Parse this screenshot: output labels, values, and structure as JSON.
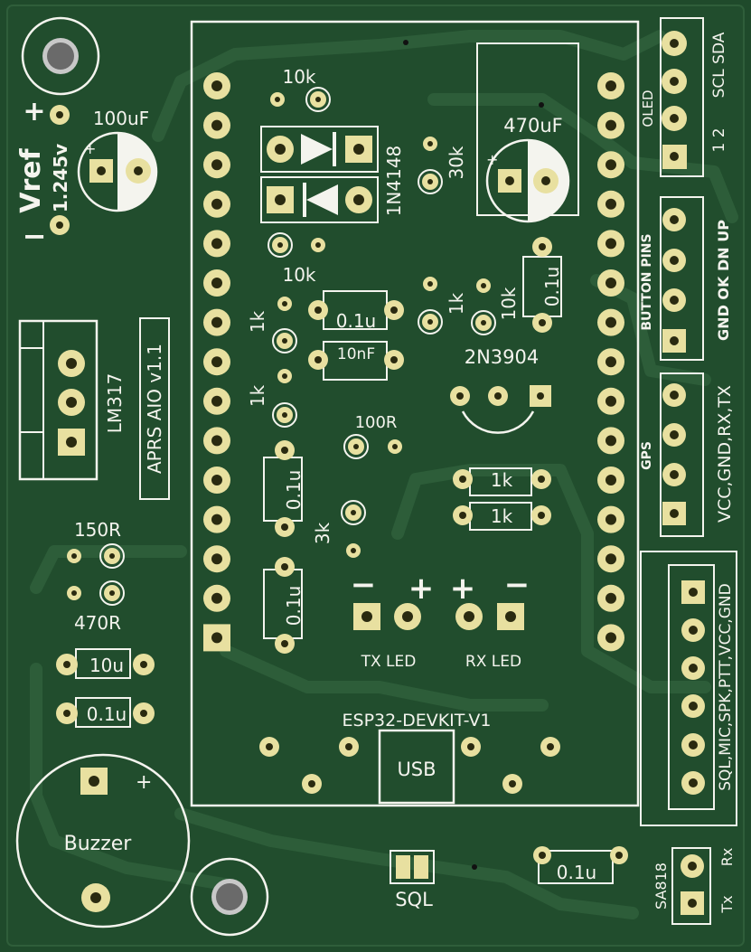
{
  "board": {
    "title": "APRS AIO v1.1",
    "colors": {
      "board": "#204a2c",
      "trace": "#2c5a38",
      "silk": "#f4f4ee",
      "pad": "#e8e0a0",
      "pad_dark": "#2a2a10"
    }
  },
  "silk": {
    "r10k_top": "10k",
    "cap_100uf": "100uF",
    "cap_470uf": "470uF",
    "diode": "1N4148",
    "r30k": "30k",
    "r10k_mid": "10k",
    "r1k_a": "1k",
    "r1k_b": "1k",
    "r1k_c": "1k",
    "r10k_c": "10k",
    "cap_01u_a": "0.1u",
    "cap_10nf": "10nF",
    "cap_01u_right": "0.1u",
    "transistor": "2N3904",
    "r100": "100R",
    "cap_01u_b": "0.1u",
    "cap_01u_c": "0.1u",
    "r3k": "3k",
    "r1k_d": "1k",
    "r1k_e": "1k",
    "tx_led": "TX LED",
    "rx_led": "RX LED",
    "minus": "−",
    "plus": "+",
    "esp": "ESP32-DEVKIT-V1",
    "usb": "USB",
    "lm317": "LM317",
    "vref": "Vref",
    "vref_value": "1.245v",
    "r150": "150R",
    "r470": "470R",
    "cap_10u": "10u",
    "cap_01u_d": "0.1u",
    "buzzer": "Buzzer",
    "sql": "SQL",
    "cap_01u_bottom": "0.1u",
    "oled": "OLED",
    "oled_pins": "SCL SDA",
    "oled_nums": "1  2",
    "button_pins": "BUTTON PINS",
    "button_labels": "GND  OK  DN  UP",
    "gps": "GPS",
    "gps_labels": "VCC,GND,RX,TX",
    "audio_labels": "SQL,MIC,SPK,PTT,VCC,GND",
    "sa818": "SA818",
    "tx": "Tx",
    "rx": "Rx"
  }
}
